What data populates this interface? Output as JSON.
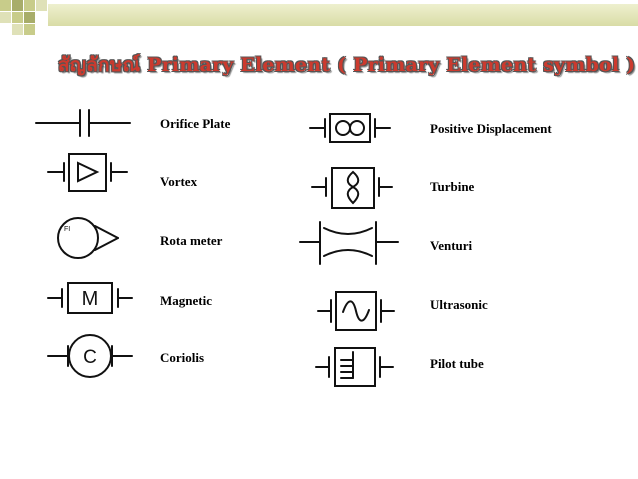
{
  "title": "สัญลักษณ์ Primary Element  ( Primary Element symbol )",
  "left_column": [
    {
      "name": "Orifice  Plate",
      "icon": "orifice-plate-icon"
    },
    {
      "name": "Vortex",
      "icon": "vortex-icon"
    },
    {
      "name": "Rota  meter",
      "icon": "rotameter-icon"
    },
    {
      "name": "Magnetic",
      "icon": "magnetic-icon"
    },
    {
      "name": "Coriolis",
      "icon": "coriolis-icon"
    }
  ],
  "right_column": [
    {
      "name": "Positive  Displacement",
      "icon": "positive-displacement-icon"
    },
    {
      "name": "Turbine",
      "icon": "turbine-icon"
    },
    {
      "name": "Venturi",
      "icon": "venturi-icon"
    },
    {
      "name": "Ultrasonic",
      "icon": "ultrasonic-icon"
    },
    {
      "name": "Pilot tube",
      "icon": "pilot-tube-icon"
    }
  ],
  "symbol_text": {
    "rotameter_tag": "FI",
    "magnetic_letter": "M",
    "coriolis_letter": "C"
  },
  "colors": {
    "title": "#cc3a2e",
    "bar": "#d9dca6",
    "deco": "#a8ad6a"
  }
}
